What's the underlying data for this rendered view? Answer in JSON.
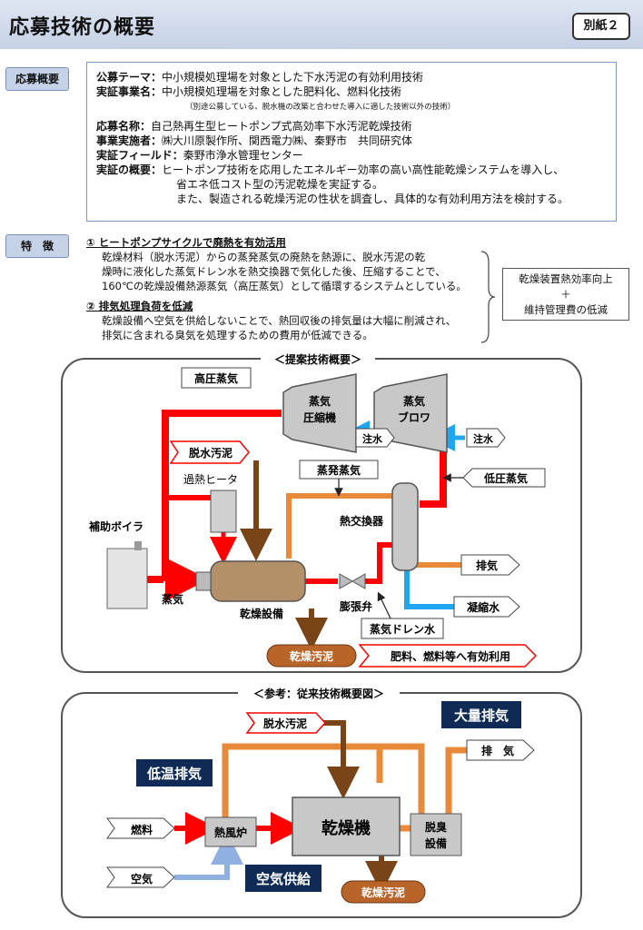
{
  "header": {
    "title": "応募技術の概要",
    "tag": "別紙２"
  },
  "summary": {
    "label": "応募概要",
    "theme_k": "公募テーマ：",
    "theme_v": "中小規模処理場を対象とした下水汚泥の有効利用技術",
    "project_k": "実証事業名：",
    "project_v": "中小規模処理場を対象とした肥料化、燃料化技術",
    "note": "（別途公募している、脱水機の改築と合わせた導入に適した技術以外の技術）",
    "name_k": "応募名称：",
    "name_v": "自己熱再生型ヒートポンプ式高効率下水汚泥乾燥技術",
    "org_k": "事業実施者：",
    "org_v": "㈱大川原製作所、関西電力㈱、秦野市　共同研究体",
    "field_k": "実証フィールド：",
    "field_v": "秦野市浄水管理センター",
    "outline_k": "実証の概要：",
    "outline_v1": "ヒートポンプ技術を応用したエネルギー効率の高い高性能乾燥システムを導入し、",
    "outline_v2": "省エネ低コスト型の汚泥乾燥を実証する。",
    "outline_v3": "また、製造される乾燥汚泥の性状を調査し、具体的な有効利用方法を検討する。"
  },
  "features": {
    "label": "特　徴",
    "f1_h": "① ヒートポンプサイクルで廃熱を有効活用",
    "f1_l1": "乾燥材料（脱水汚泥）からの蒸発蒸気の廃熱を熱源に、脱水汚泥の乾",
    "f1_l2": "燥時に液化した蒸気ドレン水を熱交換器で気化した後、圧縮することで、",
    "f1_l3": "160℃の乾燥設備熱源蒸気（高圧蒸気）として循環するシステムとしている。",
    "f2_h": "② 排気処理負荷を低減",
    "f2_l1": "乾燥設備へ空気を供給しないことで、熱回収後の排気量は大幅に削減され、",
    "f2_l2": "排気に含まれる臭気を処理するための費用が低減できる。",
    "effect_l1": "乾燥装置熱効率向上",
    "effect_l2": "＋",
    "effect_l3": "維持管理費の低減"
  },
  "proposed": {
    "title": "＜提案技術概要＞",
    "hp_steam": "高圧蒸気",
    "compressor_l1": "蒸気",
    "compressor_l2": "圧縮機",
    "blower_l1": "蒸気",
    "blower_l2": "ブロワ",
    "water1": "注水",
    "water2": "注水",
    "sludge_in": "脱水汚泥",
    "superheater": "過熱ヒータ",
    "evap_steam": "蒸発蒸気",
    "lp_steam": "低圧蒸気",
    "heat_exchanger": "熱交換器",
    "boiler": "補助ボイラ",
    "steam": "蒸気",
    "dryer": "乾燥設備",
    "valve": "膨張弁",
    "exhaust": "排気",
    "condensate": "凝縮水",
    "drain": "蒸気ドレン水",
    "dried": "乾燥汚泥",
    "reuse": "肥料、燃料等へ有効利用"
  },
  "conventional": {
    "title": "＜参考：従来技術概要図＞",
    "sludge_in": "脱水汚泥",
    "mass_exhaust": "大量排気",
    "exhaust": "排　気",
    "low_temp": "低温排気",
    "fuel": "燃料",
    "hot_air": "熱風炉",
    "dryer": "乾燥機",
    "deodor_l1": "脱臭",
    "deodor_l2": "設備",
    "air": "空気",
    "air_supply": "空気供給",
    "dried": "乾燥汚泥"
  },
  "colors": {
    "red": "#ff0000",
    "orange": "#e88a3a",
    "blue": "#1ea6f0",
    "brown": "#7a4419",
    "navy": "#0f2a55",
    "light_blue": "#8fb0e0"
  }
}
